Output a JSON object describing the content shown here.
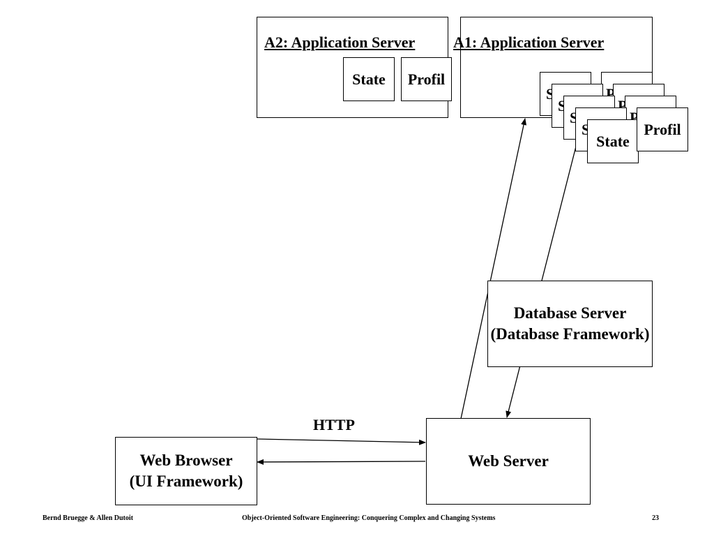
{
  "a2": {
    "title": "A2: Application Server",
    "state": "State",
    "profil": "Profil"
  },
  "a1": {
    "title": "A1: Application Server",
    "stack": [
      {
        "state": "State",
        "profil": "Profil"
      },
      {
        "state": "State",
        "profil": "Profil"
      },
      {
        "state": "State",
        "profil": "Profil"
      },
      {
        "state": "State",
        "profil": "Profil"
      },
      {
        "state": "State",
        "profil": "Profil"
      }
    ]
  },
  "db": {
    "line1": "Database Server",
    "line2": "(Database Framework)"
  },
  "webserver": {
    "label": "Web Server"
  },
  "browser": {
    "line1": "Web Browser",
    "line2": "(UI Framework)"
  },
  "http_label": "HTTP",
  "footer": {
    "left": "Bernd Bruegge & Allen Dutoit",
    "center": "Object-Oriented Software Engineering: Conquering Complex and Changing Systems",
    "page": "23"
  }
}
